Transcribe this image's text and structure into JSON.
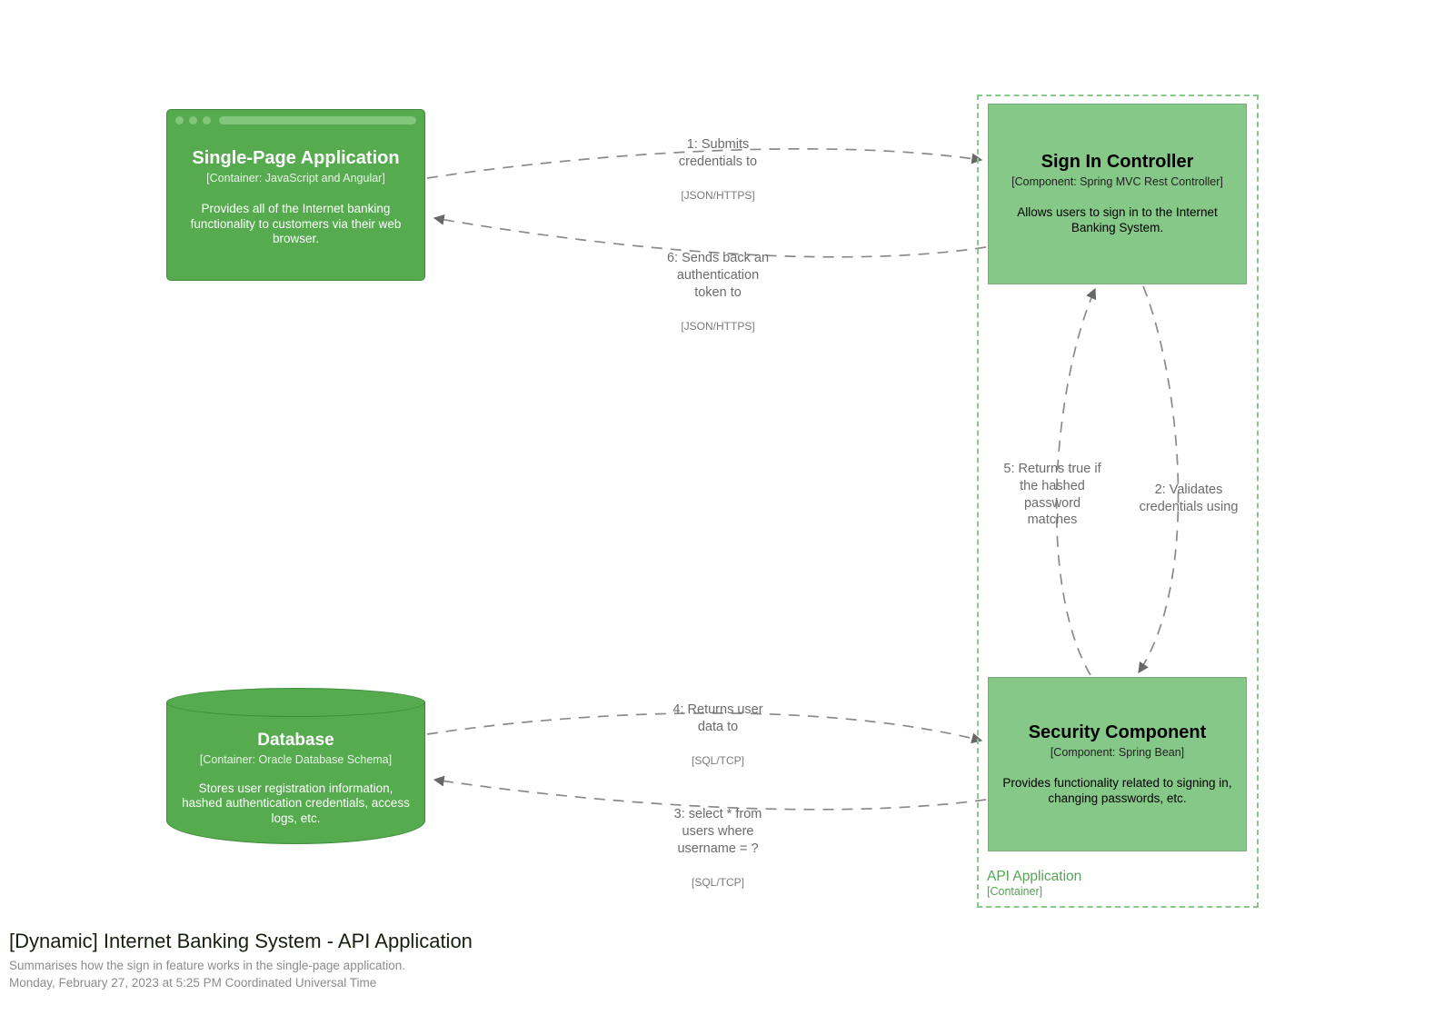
{
  "diagram": {
    "kind": "c4-dynamic",
    "colors": {
      "container_fill": "#55ab4e",
      "container_stroke": "#3f8a3a",
      "component_fill": "#85c887",
      "component_stroke": "#7aa97b",
      "boundary_stroke": "#88c98a",
      "boundary_label": "#55a355",
      "relationship_line": "#8a8a8a",
      "relationship_text": "#6b6b6b"
    }
  },
  "nodes": {
    "spa": {
      "title": "Single-Page Application",
      "meta": "[Container: JavaScript and Angular]",
      "desc": "Provides all of the Internet banking functionality to customers via their web browser.",
      "shape": "browser-window"
    },
    "database": {
      "title": "Database",
      "meta": "[Container: Oracle Database Schema]",
      "desc": "Stores user registration information, hashed authentication credentials, access logs, etc.",
      "shape": "cylinder"
    },
    "signin_controller": {
      "title": "Sign In Controller",
      "meta": "[Component: Spring MVC Rest Controller]",
      "desc": "Allows users to sign in to the Internet Banking System.",
      "shape": "rectangle"
    },
    "security_component": {
      "title": "Security Component",
      "meta": "[Component: Spring Bean]",
      "desc": "Provides functionality related to signing in, changing passwords, etc.",
      "shape": "rectangle"
    }
  },
  "boundary": {
    "name": "API Application",
    "type": "[Container]"
  },
  "relationships": [
    {
      "order": "1",
      "text": "1: Submits\ncredentials to",
      "tech": "[JSON/HTTPS]",
      "from": "spa",
      "to": "signin_controller"
    },
    {
      "order": "6",
      "text": "6: Sends back an\nauthentication\ntoken to",
      "tech": "[JSON/HTTPS]",
      "from": "signin_controller",
      "to": "spa"
    },
    {
      "order": "2",
      "text": "2: Validates\ncredentials using",
      "tech": "",
      "from": "signin_controller",
      "to": "security_component"
    },
    {
      "order": "5",
      "text": "5: Returns true if\nthe hashed\npassword\nmatches",
      "tech": "",
      "from": "security_component",
      "to": "signin_controller"
    },
    {
      "order": "3",
      "text": "3: select * from\nusers where\nusername = ?",
      "tech": "[SQL/TCP]",
      "from": "security_component",
      "to": "database"
    },
    {
      "order": "4",
      "text": "4: Returns user\ndata to",
      "tech": "[SQL/TCP]",
      "from": "database",
      "to": "security_component"
    }
  ],
  "footer": {
    "title": "[Dynamic] Internet Banking System - API Application",
    "subtitle": "Summarises how the sign in feature works in the single-page application.",
    "date": "Monday, February 27, 2023 at 5:25 PM Coordinated Universal Time"
  }
}
